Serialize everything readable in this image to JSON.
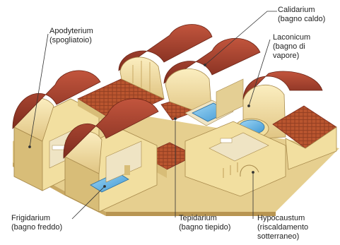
{
  "labels": {
    "apodyterium": {
      "name": "Apodyterium",
      "desc": "(spogliatoio)"
    },
    "calidarium": {
      "name": "Calidarium",
      "desc": "(bagno caldo)"
    },
    "laconicum": {
      "name": "Laconicum",
      "desc1": "(bagno di",
      "desc2": "vapore)"
    },
    "frigidarium": {
      "name": "Frigidarium",
      "desc": "(bagno freddo)"
    },
    "tepidarium": {
      "name": "Tepidarium",
      "desc": "(bagno tiepido)"
    },
    "hypocaustum": {
      "name": "Hypocaustum",
      "desc1": "(riscaldamento",
      "desc2": "sotterraneo)"
    }
  },
  "colors": {
    "roof": "#a8412f",
    "roof_dark": "#7e2c1e",
    "tile": "#b9552f",
    "wall": "#f2dfa0",
    "wall_shade": "#d8bd78",
    "floor": "#efe4c4",
    "water": "#5fb6e6",
    "leader": "#333333"
  }
}
